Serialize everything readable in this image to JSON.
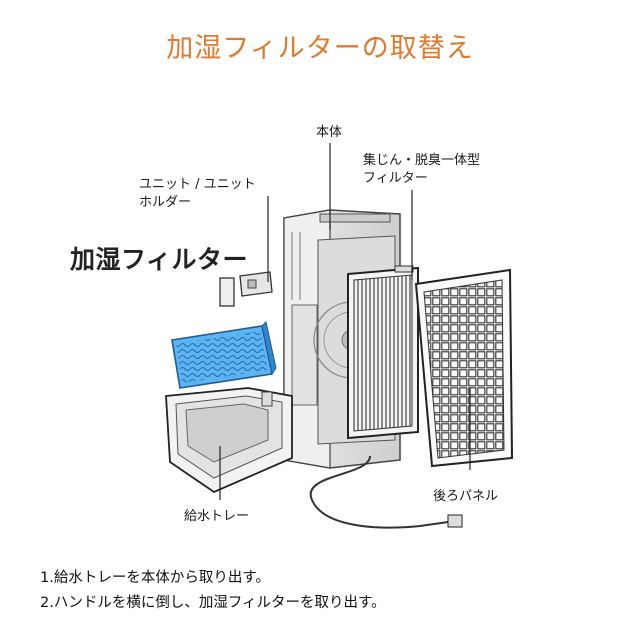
{
  "title": "加湿フィルターの取替え",
  "labels": {
    "body": "本体",
    "filter_line1": "集じん・脱臭一体型",
    "filter_line2": "フィルター",
    "unit_line1": "ユニット / ユニット",
    "unit_line2": "ホルダー",
    "humid_filter": "加湿フィルター",
    "tray": "給水トレー",
    "back_panel": "後ろパネル"
  },
  "steps": [
    "1.給水トレーを本体から取り出す。",
    "2.ハンドルを横に倒し、加湿フィルターを取り出す。"
  ],
  "colors": {
    "title": "#e07a2e",
    "humid_filter": "#4aa6e8"
  }
}
